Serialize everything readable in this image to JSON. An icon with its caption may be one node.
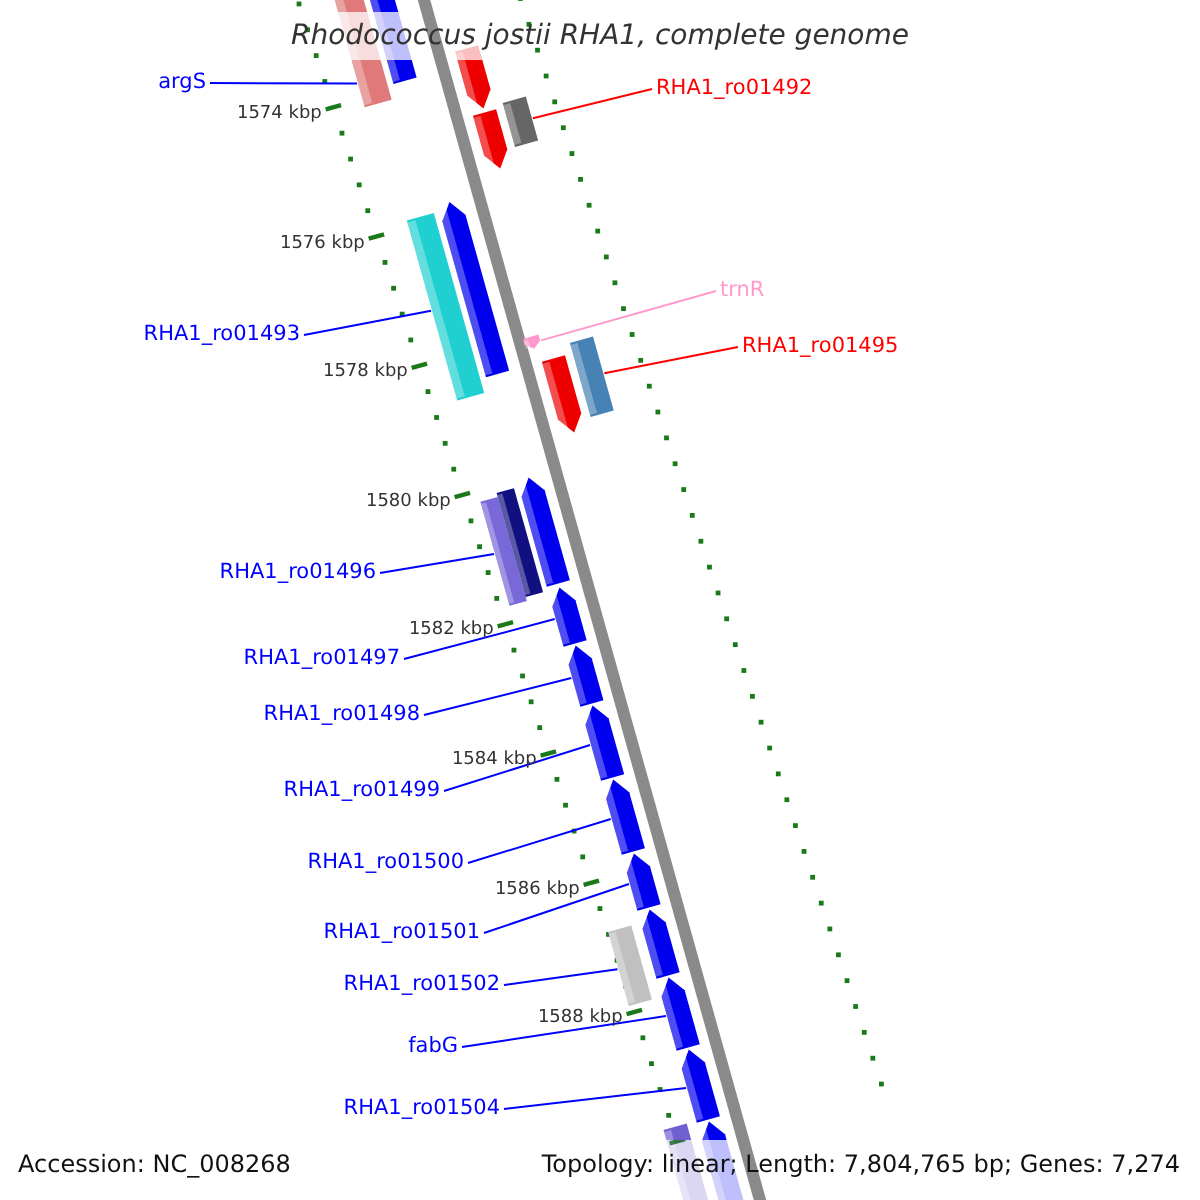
{
  "diagram": {
    "title": "Rhodococcus jostii RHA1, complete genome",
    "nodes": [
      {
        "text": [
          "argS"
        ]
      },
      {
        "text": [
          "RHA1_ro01492"
        ]
      },
      {
        "text": [
          "RHA1_ro01493"
        ]
      },
      {
        "text": [
          "trnR"
        ]
      },
      {
        "text": [
          "RHA1_ro01495"
        ]
      },
      {
        "text": [
          "RHA1_ro01496"
        ]
      },
      {
        "text": [
          "RHA1_ro01497"
        ]
      },
      {
        "text": [
          "RHA1_ro01498"
        ]
      },
      {
        "text": [
          "RHA1_ro01499"
        ]
      },
      {
        "text": [
          "RHA1_ro01500"
        ]
      },
      {
        "text": [
          "RHA1_ro01501"
        ]
      },
      {
        "text": [
          "RHA1_ro01502"
        ]
      },
      {
        "text": [
          "fabG"
        ]
      },
      {
        "text": [
          "RHA1_ro01504"
        ]
      },
      {
        "text": [],
        "shape": "bar"
      },
      {
        "text": [],
        "shape": "bar"
      },
      {
        "text": [],
        "shape": "pentagon"
      },
      {
        "text": [],
        "shape": "pentagon"
      },
      {
        "text": [],
        "shape": "bar"
      },
      {
        "text": [],
        "shape": "bar"
      },
      {
        "text": [],
        "shape": "pentagon"
      },
      {
        "text": [],
        "shape": "pentagon"
      },
      {
        "text": [],
        "shape": "pentagon"
      },
      {
        "text": [],
        "shape": "bar"
      },
      {
        "text": [],
        "shape": "bar"
      },
      {
        "text": [],
        "shape": "bar"
      },
      {
        "text": [],
        "shape": "pentagon"
      },
      {
        "text": [],
        "shape": "pentagon"
      },
      {
        "text": [],
        "shape": "pentagon"
      },
      {
        "text": [],
        "shape": "pentagon"
      },
      {
        "text": [],
        "shape": "pentagon"
      },
      {
        "text": [],
        "shape": "pentagon"
      },
      {
        "text": [],
        "shape": "pentagon"
      },
      {
        "text": [],
        "shape": "bar"
      },
      {
        "text": [],
        "shape": "pentagon"
      },
      {
        "text": [],
        "shape": "pentagon"
      },
      {
        "text": [],
        "shape": "pentagon"
      },
      {
        "text": [],
        "shape": "bar"
      }
    ],
    "edges": [
      {
        "from": 0,
        "to": 14,
        "arrow": "none"
      },
      {
        "from": 1,
        "to": 18,
        "arrow": "none",
        "color": "#ff0000"
      },
      {
        "from": 2,
        "to": 19,
        "arrow": "none"
      },
      {
        "from": 3,
        "to": 21,
        "arrow": "none",
        "color": "#ff99cc"
      },
      {
        "from": 4,
        "to": 23,
        "arrow": "none",
        "color": "#ff0000"
      },
      {
        "from": 5,
        "to": 24,
        "arrow": "none"
      },
      {
        "from": 6,
        "to": 27,
        "arrow": "none"
      },
      {
        "from": 7,
        "to": 28,
        "arrow": "none"
      },
      {
        "from": 8,
        "to": 29,
        "arrow": "none"
      },
      {
        "from": 9,
        "to": 30,
        "arrow": "none"
      },
      {
        "from": 10,
        "to": 31,
        "arrow": "none"
      },
      {
        "from": 11,
        "to": 33,
        "arrow": "none"
      },
      {
        "from": 12,
        "to": 34,
        "arrow": "none"
      },
      {
        "from": 13,
        "to": 35,
        "arrow": "none"
      }
    ],
    "labels": [
      "1574 kbp",
      "1576 kbp",
      "1578 kbp",
      "1580 kbp",
      "1582 kbp",
      "1584 kbp",
      "1586 kbp",
      "1588 kbp",
      "Accession: NC_008268",
      "Topology: linear; Length: 7,804,765 bp; Genes: 7,274"
    ]
  }
}
